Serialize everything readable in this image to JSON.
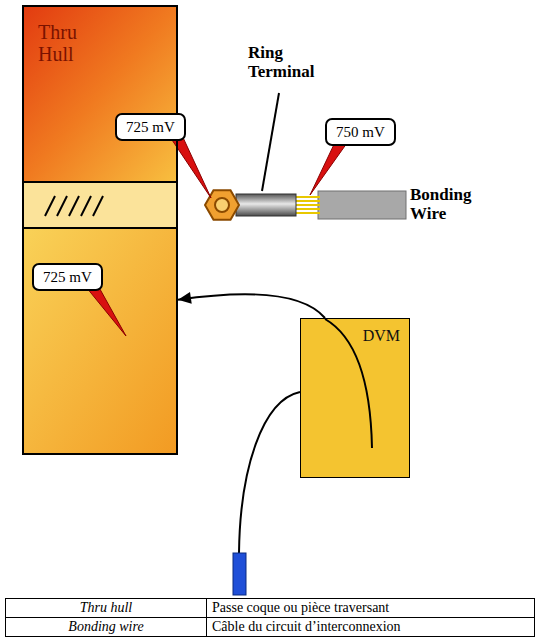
{
  "diagram": {
    "nodes": [
      {
        "text": [
          "Thru Hull"
        ]
      },
      {
        "text": [
          "725 mV"
        ]
      },
      {
        "text": [
          "750 mV"
        ]
      },
      {
        "text": [
          "725 mV"
        ],
        "in": 0
      },
      {
        "text": [
          "DVM"
        ]
      }
    ],
    "edges": [
      {
        "from": 4,
        "to": 0,
        "arrow": "to"
      }
    ],
    "labels": [
      "Ring Terminal",
      "Bonding Wire",
      "Thru hull",
      "Passe coque ou pièce traversant",
      "Bonding wire",
      "Câble du circuit d’interconnexion"
    ]
  }
}
